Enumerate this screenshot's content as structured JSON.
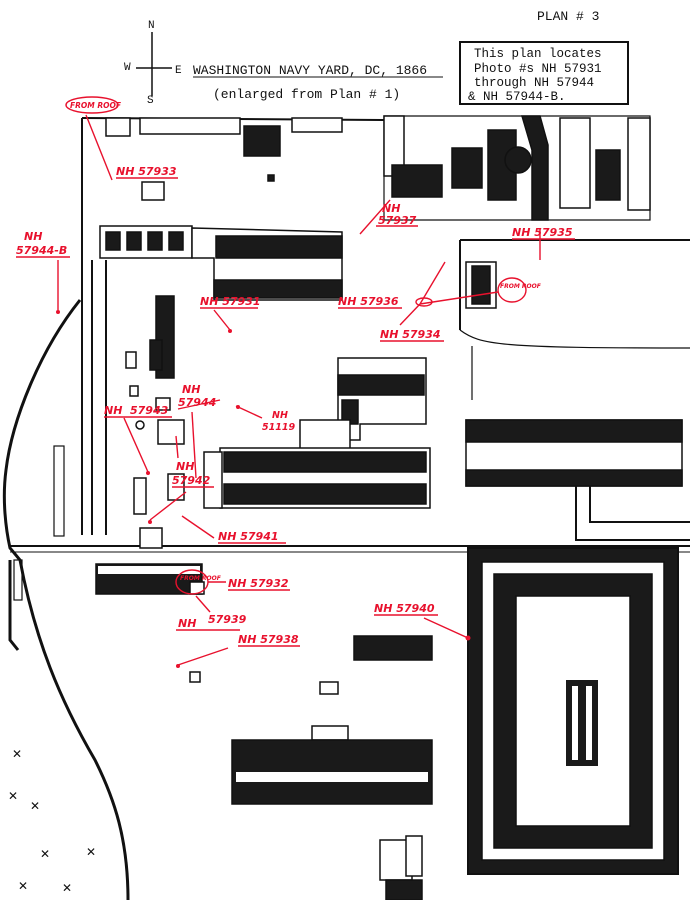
{
  "plan_number": "PLAN # 3",
  "title": "WASHINGTON NAVY YARD, DC, 1866",
  "subtitle": "(enlarged from Plan  # 1)",
  "compass": {
    "n": "N",
    "s": "S",
    "e": "E",
    "w": "W"
  },
  "info_box": {
    "line1": "This plan locates",
    "line2": "Photo #s NH 57931",
    "line3": "through NH 57944",
    "line4": "& NH 57944-B."
  },
  "photo_labels": {
    "from_roof_1": "FROM ROOF",
    "from_roof_2": "FROM ROOF",
    "from_roof_3": "FROM ROOF",
    "nh57933": "NH 57933",
    "nh57944b_a": "NH",
    "nh57944b_b": "57944-B",
    "nh57937_a": "NH",
    "nh57937_b": "57937",
    "nh57935": "NH 57935",
    "nh57931": "NH 57931",
    "nh57936": "NH 57936",
    "nh57934": "NH 57934",
    "nh57944_a": "NH",
    "nh57944_b": "57944",
    "nh57943_a": "NH",
    "nh57943_b": "57943",
    "nh51119_a": "NH",
    "nh51119_b": "51119",
    "nh57942_a": "NH",
    "nh57942_b": "57942",
    "nh57941": "NH 57941",
    "nh57932": "NH 57932",
    "nh57939_a": "NH",
    "nh57939_b": "57939",
    "nh57938": "NH 57938",
    "nh57940": "NH 57940"
  },
  "colors": {
    "ink": "#111111",
    "annotation_red": "#e8112d",
    "paper": "#ffffff"
  }
}
